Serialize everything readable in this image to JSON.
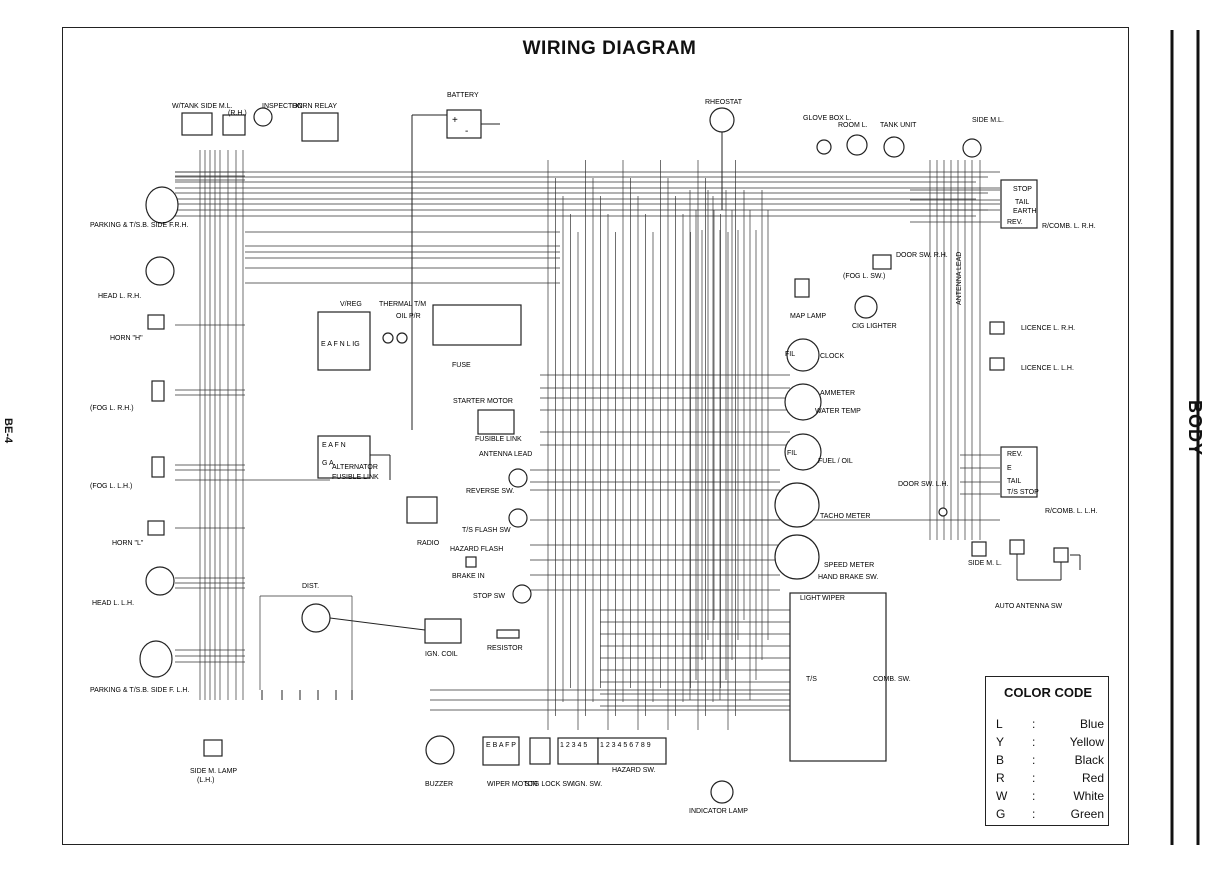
{
  "title": "WIRING DIAGRAM",
  "page_number": "BE-4",
  "section": "BODY",
  "labels": {
    "w_tank_side_ml": "W/TANK  SIDE M.L.",
    "rh_paren": "(R.H.)",
    "inspection": "INSPECTON",
    "horn_relay": "HORN RELAY",
    "battery": "BATTERY",
    "rheostat": "RHEOSTAT",
    "glove_box": "GLOVE BOX L.",
    "room_l": "ROOM L.",
    "tank_unit": "TANK UNIT",
    "side_ml": "SIDE M.L.",
    "parking_rh": "PARKING & T/S.B. SIDE F.R.H.",
    "head_rh": "HEAD L. R.H.",
    "horn_h": "HORN \"H\"",
    "fog_rh": "(FOG L. R.H.)",
    "fog_lh": "(FOG L. L.H.)",
    "horn_l": "HORN \"L\"",
    "head_lh": "HEAD L. L.H.",
    "parking_lh": "PARKING & T/S.B. SIDE F. L.H.",
    "side_m_lamp": "SIDE M. LAMP",
    "lh_paren": "(L.H.)",
    "v_reg": "V/REG",
    "thermal_tm": "THERMAL T/M",
    "oil_pr": "OIL P/R",
    "fuse": "FUSE",
    "starter_motor": "STARTER MOTOR",
    "fusible_link": "FUSIBLE LINK",
    "alternator": "ALTERNATOR",
    "alt_fusible_link": "FUSIBLE LINK",
    "antenna_lead": "ANTENNA LEAD",
    "radio": "RADIO",
    "reverse_sw": "REVERSE SW.",
    "ts_flash_sw": "T/S FLASH SW",
    "hazard_flash": "HAZARD FLASH",
    "brake_in": "BRAKE IN",
    "stop_sw": "STOP SW",
    "dist": "DIST.",
    "ign_coil": "IGN. COIL",
    "resistor": "RESISTOR",
    "buzzer": "BUZZER",
    "wiper_motor": "WIPER MOTOR",
    "stg_lock_sw": "STG LOCK SW.",
    "ign_sw": "IGN. SW.",
    "hazard_sw": "HAZARD SW.",
    "indicator_lamp": "INDICATOR LAMP",
    "map_lamp": "MAP LAMP",
    "cig_lighter": "CIG LIGHTER",
    "fog_l_sw": "(FOG L. SW.)",
    "door_sw_rh": "DOOR SW. R.H.",
    "clock": "CLOCK",
    "ammeter": "AMMETER",
    "water_temp": "WATER TEMP",
    "fuel_oil": "FUEL / OIL",
    "tacho_meter": "TACHO METER",
    "speed_meter": "SPEED METER",
    "hand_brake_sw": "HAND BRAKE SW.",
    "comb_sw": "COMB. SW.",
    "door_sw_lh": "DOOR SW. L.H.",
    "r_comb_rh": "R/COMB. L. R.H.",
    "r_comb_lh": "R/COMB. L. L.H.",
    "licence_rh": "LICENCE L. R.H.",
    "licence_lh": "LICENCE L. L.H.",
    "side_m_l2": "SIDE M. L.",
    "auto_antenna_sw": "AUTO ANTENNA SW",
    "light": "LIGHT",
    "wiper": "WIPER",
    "ts": "T/S",
    "eafnlig": "E A F N L IG",
    "eafn": "E A F N",
    "ga": "G A",
    "ebafp": "E B A F P",
    "ign_nums": "1 2 3 4 5",
    "haz_nums": "1 2 3 4 5 6 7 8 9",
    "stop": "STOP",
    "tail": "TAIL",
    "earth": "EARTH",
    "rev": "REV.",
    "e": "E",
    "ts_stop": "T/S STOP",
    "fil": "FIL",
    "antenna_lead_vert": "ANTENNA LEAD"
  },
  "color_code": {
    "title": "COLOR CODE",
    "rows": [
      {
        "code": "L",
        "name": "Blue"
      },
      {
        "code": "Y",
        "name": "Yellow"
      },
      {
        "code": "B",
        "name": "Black"
      },
      {
        "code": "R",
        "name": "Red"
      },
      {
        "code": "W",
        "name": "White"
      },
      {
        "code": "G",
        "name": "Green"
      }
    ]
  }
}
